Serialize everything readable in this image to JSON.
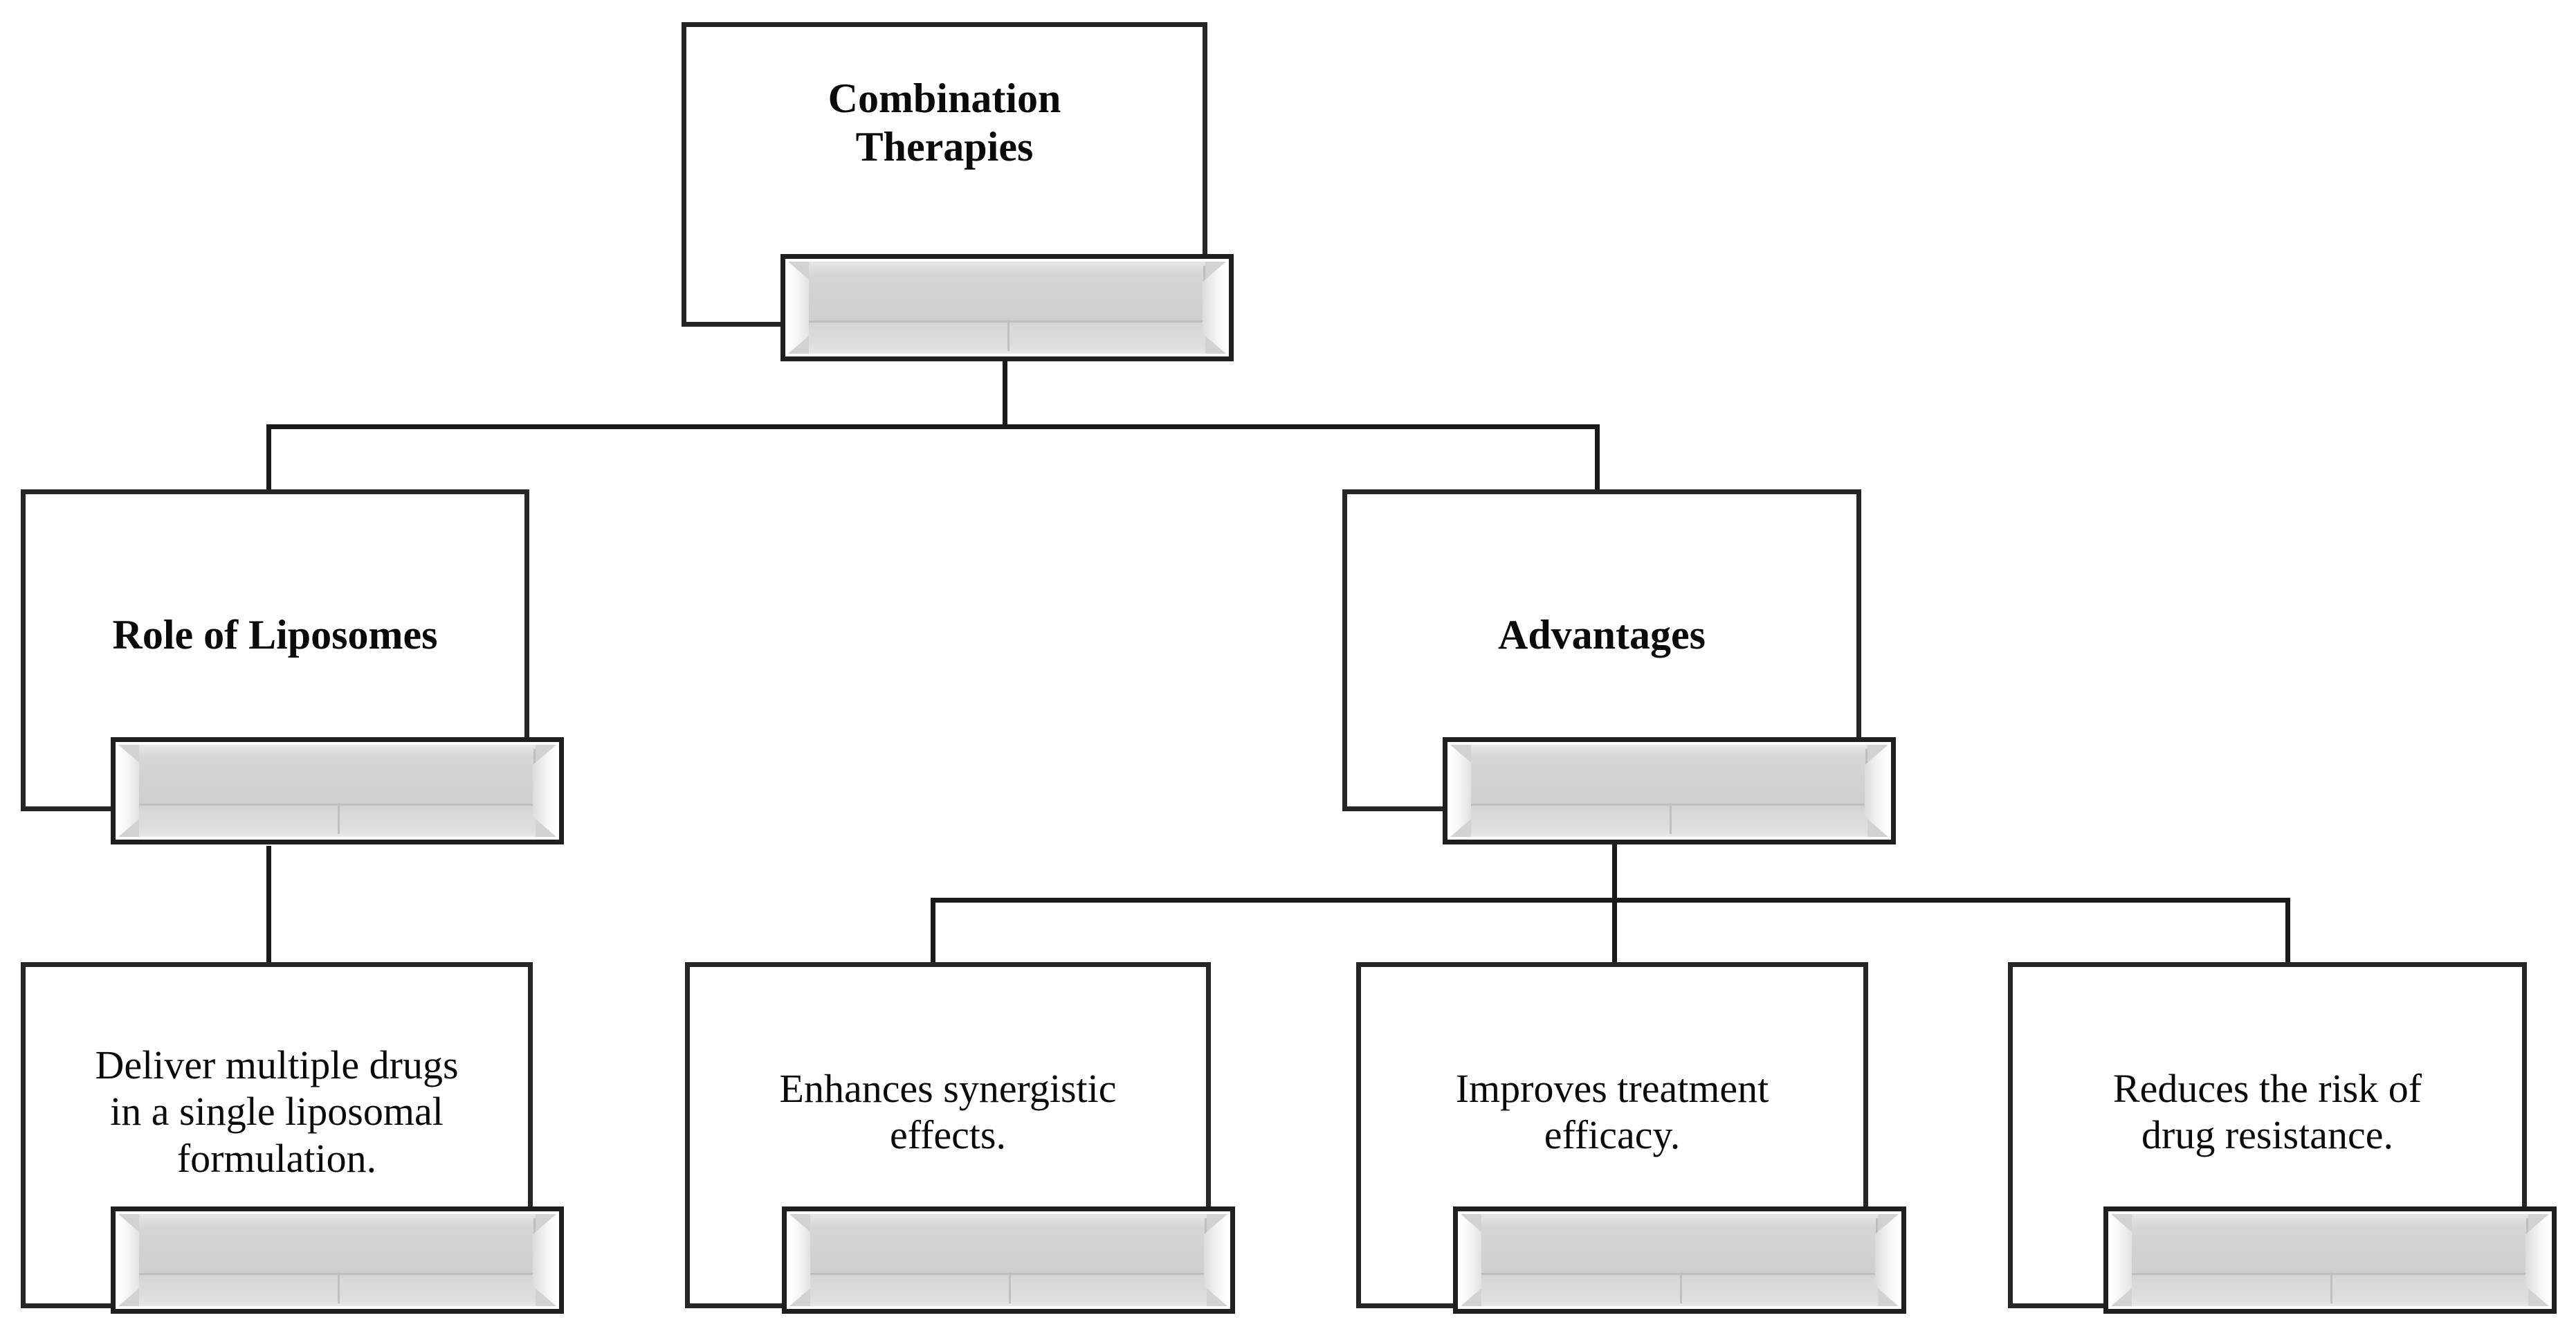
{
  "diagram": {
    "type": "organizational-tree",
    "title": "Combination Therapies",
    "levels": 3,
    "accent_color": "#d2d2d2",
    "line_color": "#1a1a1a",
    "border_color": "#262626",
    "background_color": "#ffffff"
  },
  "nodes": {
    "root": {
      "id": "combination-therapies",
      "label": "Combination\nTherapies",
      "level": 1,
      "bar_label": ""
    },
    "level2": [
      {
        "id": "role-of-liposomes",
        "label": "Role of Liposomes",
        "level": 2,
        "bar_label": ""
      },
      {
        "id": "advantages",
        "label": "Advantages",
        "level": 2,
        "bar_label": ""
      }
    ],
    "level3": [
      {
        "id": "deliver-multiple-drugs",
        "label": "Deliver multiple drugs\nin a single liposomal\nformulation.",
        "level": 3,
        "parent": "role-of-liposomes",
        "bar_label": ""
      },
      {
        "id": "enhances-synergistic-effects",
        "label": "Enhances synergistic\neffects.",
        "level": 3,
        "parent": "advantages",
        "bar_label": ""
      },
      {
        "id": "improves-treatment-efficacy",
        "label": "Improves treatment\nefficacy.",
        "level": 3,
        "parent": "advantages",
        "bar_label": ""
      },
      {
        "id": "reduces-risk-drug-resistance",
        "label": "Reduces the risk of\ndrug resistance.",
        "level": 3,
        "parent": "advantages",
        "bar_label": ""
      }
    ]
  }
}
